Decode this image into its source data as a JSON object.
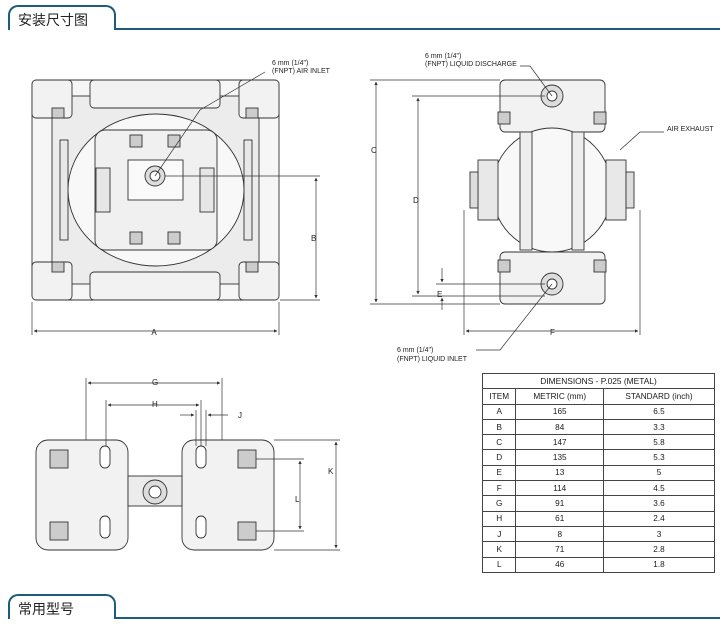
{
  "sections": {
    "install_title": "安装尺寸图",
    "models_title": "常用型号"
  },
  "labels": {
    "air_inlet_l1": "6 mm (1/4\")",
    "air_inlet_l2": "(FNPT) AIR INLET",
    "discharge_l1": "6 mm (1/4\")",
    "discharge_l2": "(FNPT) LIQUID DISCHARGE",
    "air_exhaust": "AIR EXHAUST",
    "liquid_inlet_l1": "6 mm (1/4\")",
    "liquid_inlet_l2": "(FNPT) LIQUID INLET",
    "dim_A": "A",
    "dim_B": "B",
    "dim_C": "C",
    "dim_D": "D",
    "dim_E": "E",
    "dim_F": "F",
    "dim_G": "G",
    "dim_H": "H",
    "dim_J": "J",
    "dim_K": "K",
    "dim_L": "L"
  },
  "table": {
    "title": "DIMENSIONS - P.025 (METAL)",
    "headers": [
      "ITEM",
      "METRIC (mm)",
      "STANDARD (inch)"
    ],
    "rows": [
      [
        "A",
        "165",
        "6.5"
      ],
      [
        "B",
        "84",
        "3.3"
      ],
      [
        "C",
        "147",
        "5.8"
      ],
      [
        "D",
        "135",
        "5.3"
      ],
      [
        "E",
        "13",
        "5"
      ],
      [
        "F",
        "114",
        "4.5"
      ],
      [
        "G",
        "91",
        "3.6"
      ],
      [
        "H",
        "61",
        "2.4"
      ],
      [
        "J",
        "8",
        "3"
      ],
      [
        "K",
        "71",
        "2.8"
      ],
      [
        "L",
        "46",
        "1.8"
      ]
    ]
  },
  "colors": {
    "accent": "#1d5d7a",
    "line": "#333333",
    "fill": "#f2f2f2"
  }
}
